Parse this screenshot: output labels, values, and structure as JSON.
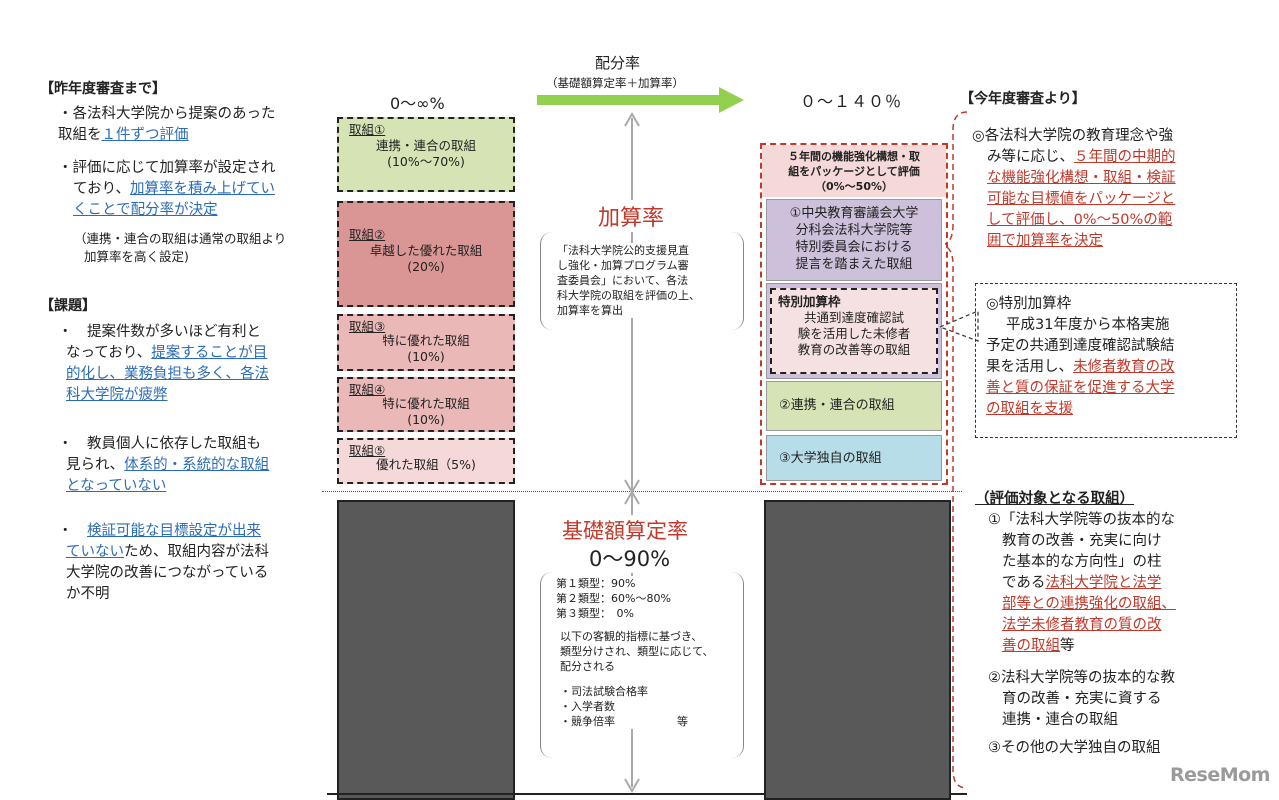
{
  "colors": {
    "green": "#d6e4b5",
    "red_box": "#d99694",
    "pink": "#ebb8b8",
    "light_pink": "#f5d9d9",
    "purple": "#ccc0da",
    "blue": "#b7dde8",
    "arrow": "#92d050",
    "accent_red": "#c0392b",
    "link_blue": "#2b6cb8",
    "gray": "#595959"
  },
  "left": {
    "h1": "【昨年度審査まで】",
    "p1": [
      "・各法科大学院から提案のあった",
      "取組を",
      "１件ずつ評価"
    ],
    "p2": [
      "・評価に応じて加算率が設定され",
      "ており、",
      "加算率を積み上げてい",
      "くことで配分率が決定"
    ],
    "note": [
      "（連携・連合の取組は通常の取組より",
      "加算率を高く設定)"
    ],
    "h2": "【課題】",
    "k1": [
      "・　提案件数が多いほど有利と",
      "なっており、",
      "提案することが目",
      "的化し、業務負担も多く、各法",
      "科大学院が疲弊"
    ],
    "k2": [
      "・　教員個人に依存した取組も",
      "見られ、",
      "体系的・系統的な取組",
      "となっていない"
    ],
    "k3": [
      "・　",
      "検証可能な目標設定が出来",
      "ていない",
      "ため、取組内容が法科",
      "大学院の改善につながっている",
      "か不明"
    ]
  },
  "center": {
    "range_left": "0～∞%",
    "range_right": "０～１４０％",
    "alloc_title": "配分率",
    "alloc_sub": "（基礎額算定率＋加算率）",
    "add_title": "加算率",
    "add_desc": [
      "「法科大学院公的支援見直",
      "し強化・加算プログラム審",
      "査委員会」において、各法",
      "科大学院の取組を評価の上、",
      "加算率を算出"
    ],
    "base_title": "基礎額算定率",
    "base_range": "0～90%",
    "base_types": [
      "第１類型：90%",
      "第２類型：60%～80%",
      "第３類型：　0%"
    ],
    "base_desc": [
      "以下の客観的指標に基づき、",
      "類型分けされ、類型に応じて、",
      "配分される"
    ],
    "base_items": [
      "・司法試験合格率",
      "・入学者数",
      "・競争倍率"
    ],
    "base_etc": "等"
  },
  "boxes_left": [
    {
      "label": "取組①",
      "name": "連携・連合の取組",
      "pct": "(10%～70%)"
    },
    {
      "label": "取組②",
      "name": "卓越した優れた取組",
      "pct": "(20%)"
    },
    {
      "label": "取組③",
      "name": "特に優れた取組",
      "pct": "(10%)"
    },
    {
      "label": "取組④",
      "name": "特に優れた取組",
      "pct": "(10%)"
    },
    {
      "label": "取組⑤",
      "name": "優れた取組（5%)"
    }
  ],
  "boxes_right": {
    "header": [
      "５年間の機能強化構想・取",
      "組をパッケージとして評価",
      "（0%～50%）"
    ],
    "b1": [
      "①中央教育審議会大学",
      "分科会法科大学院等",
      "特別委員会における",
      "提言を踏まえた取組"
    ],
    "special_title": "特別加算枠",
    "special": [
      "共通到達度確認試",
      "験を活用した未修者",
      "教育の改善等の取組"
    ],
    "b2": "②連携・連合の取組",
    "b3": "③大学独自の取組"
  },
  "right": {
    "h1": "【今年度審査より】",
    "p1": [
      "◎各法科大学院の教育理念や強",
      "み等に応じ、",
      "５年間の中期的",
      "な機能強化構想・取組・検証",
      "可能な目標値をパッケージと",
      "して評価し、0%～50%の範",
      "囲で加算率を決定"
    ],
    "sp": [
      "◎特別加算枠",
      "平成31年度から本格実施",
      "予定の共通到達度確認試験結",
      "果を活用し、",
      "未修者教育の改",
      "善と質の保証を促進する大学",
      "の取組を支援"
    ],
    "h2": "（評価対象となる取組）",
    "e1": [
      "①「法科大学院等の抜本的な",
      "教育の改善・充実に向け",
      "た基本的な方向性」の柱",
      "である",
      "法科大学院と法学",
      "部等との連携強化の取組、",
      "法学未修者教育の質の改",
      "善の取組",
      "等"
    ],
    "e2": [
      "②法科大学院等の抜本的な教",
      "育の改善・充実に資する",
      "連携・連合の取組"
    ],
    "e3": "③その他の大学独自の取組"
  },
  "logo": "ReseMom"
}
